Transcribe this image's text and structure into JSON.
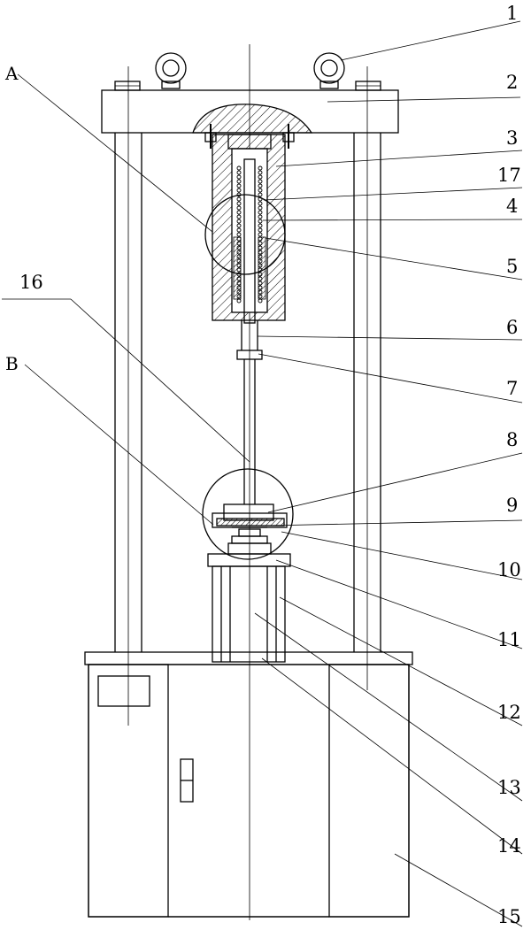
{
  "figure": {
    "detail_labels": [
      {
        "id": "A",
        "text": "A"
      },
      {
        "id": "B",
        "text": "B"
      }
    ],
    "part_labels": [
      {
        "id": "p1",
        "text": "1"
      },
      {
        "id": "p2",
        "text": "2"
      },
      {
        "id": "p3",
        "text": "3"
      },
      {
        "id": "p17",
        "text": "17"
      },
      {
        "id": "p4",
        "text": "4"
      },
      {
        "id": "p5",
        "text": "5"
      },
      {
        "id": "p16",
        "text": "16"
      },
      {
        "id": "p6",
        "text": "6"
      },
      {
        "id": "p7",
        "text": "7"
      },
      {
        "id": "p8",
        "text": "8"
      },
      {
        "id": "p9",
        "text": "9"
      },
      {
        "id": "p10",
        "text": "10"
      },
      {
        "id": "p11",
        "text": "11"
      },
      {
        "id": "p12",
        "text": "12"
      },
      {
        "id": "p13",
        "text": "13"
      },
      {
        "id": "p14",
        "text": "14"
      },
      {
        "id": "p15",
        "text": "15"
      }
    ]
  }
}
